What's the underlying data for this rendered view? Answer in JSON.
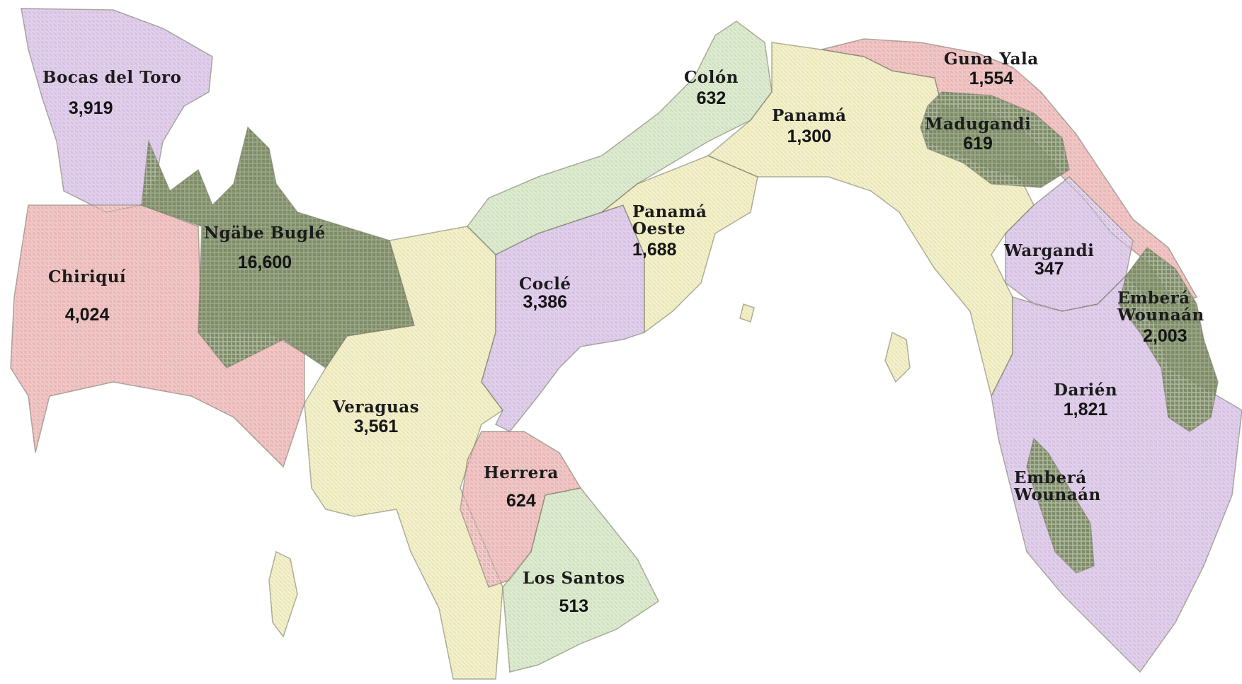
{
  "colors": {
    "pink": "#efbcbc",
    "lavender": "#dcc7e9",
    "olive": "#7f8f68",
    "cream": "#f1eec1",
    "green": "#d7e8c8"
  },
  "regions": {
    "bocas_del_toro": {
      "name": "Bocas del Toro",
      "value": "3,919",
      "color": "lavender"
    },
    "chiriqui": {
      "name": "Chiriquí",
      "value": "4,024",
      "color": "pink"
    },
    "ngabe_bugle": {
      "name": "Ngäbe Buglé",
      "value": "16,600",
      "color": "olive"
    },
    "veraguas": {
      "name": "Veraguas",
      "value": "3,561",
      "color": "cream"
    },
    "cocle": {
      "name": "Coclé",
      "value": "3,386",
      "color": "lavender"
    },
    "herrera": {
      "name": "Herrera",
      "value": "624",
      "color": "pink"
    },
    "los_santos": {
      "name": "Los Santos",
      "value": "513",
      "color": "green"
    },
    "colon": {
      "name": "Colón",
      "value": "632",
      "color": "green"
    },
    "panama_oeste": {
      "name": "Panamá Oeste",
      "value": "1,688",
      "color": "cream"
    },
    "panama": {
      "name": "Panamá",
      "value": "1,300",
      "color": "cream"
    },
    "guna_yala": {
      "name": "Guna Yala",
      "value": "1,554",
      "color": "pink"
    },
    "madugandi": {
      "name": "Madugandi",
      "value": "619",
      "color": "olive"
    },
    "wargandi": {
      "name": "Wargandi",
      "value": "347",
      "color": "lavender"
    },
    "embera_wounaan_north": {
      "name": "Emberá Wounaán",
      "value": "2,003",
      "color": "olive"
    },
    "darien": {
      "name": "Darién",
      "value": "1,821",
      "color": "lavender"
    },
    "embera_wounaan_south": {
      "name": "Emberá Wounaán",
      "color": "olive"
    }
  }
}
